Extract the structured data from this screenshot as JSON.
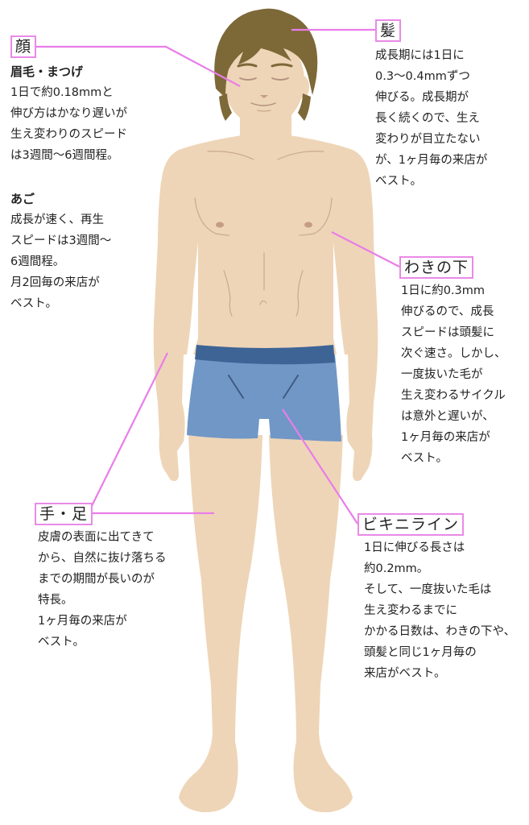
{
  "colors": {
    "skin": "#eed5b7",
    "skin_line": "#c9a990",
    "hair": "#7d6838",
    "shorts": "#7097c6",
    "waistband": "#3e6496",
    "shorts_seam": "#3e5a85",
    "leader": "#e97de9",
    "text": "#222222"
  },
  "callouts": {
    "face": {
      "label": "顔",
      "sections": [
        {
          "heading": "眉毛・まつげ",
          "lines": [
            "1日で約0.18mmと",
            "伸び方はかなり遅いが",
            "生え変わりのスピード",
            "は3週間〜6週間程。"
          ]
        },
        {
          "heading": "あご",
          "lines": [
            "成長が速く、再生",
            "スピードは3週間〜",
            "6週間程。",
            "月2回毎の来店が",
            "ベスト。"
          ]
        }
      ]
    },
    "hair": {
      "label": "髪",
      "lines": [
        "成長期には1日に",
        "0.3〜0.4mmずつ",
        "伸びる。成長期が",
        "長く続くので、生え",
        "変わりが目立たない",
        "が、1ヶ月毎の来店が",
        "ベスト。"
      ]
    },
    "underarm": {
      "label": "わきの下",
      "lines": [
        "1日に約0.3mm",
        "伸びるので、成長",
        "スピードは頭髪に",
        "次ぐ速さ。しかし、",
        "一度抜いた毛が",
        "生え変わるサイクル",
        "は意外と遅いが、",
        "1ヶ月毎の来店が",
        "ベスト。"
      ]
    },
    "limbs": {
      "label": "手・足",
      "lines": [
        "皮膚の表面に出てきて",
        "から、自然に抜け落ちる",
        "までの期間が長いのが",
        "特長。",
        "1ヶ月毎の来店が",
        "ベスト。"
      ]
    },
    "bikini": {
      "label": "ビキニライン",
      "lines": [
        "1日に伸びる長さは",
        "約0.2mm。",
        "そして、一度抜いた毛は",
        "生え変わるまでに",
        "かかる日数は、わきの下や、",
        "頭髪と同じ1ヶ月毎の",
        "来店がベスト。"
      ]
    }
  }
}
